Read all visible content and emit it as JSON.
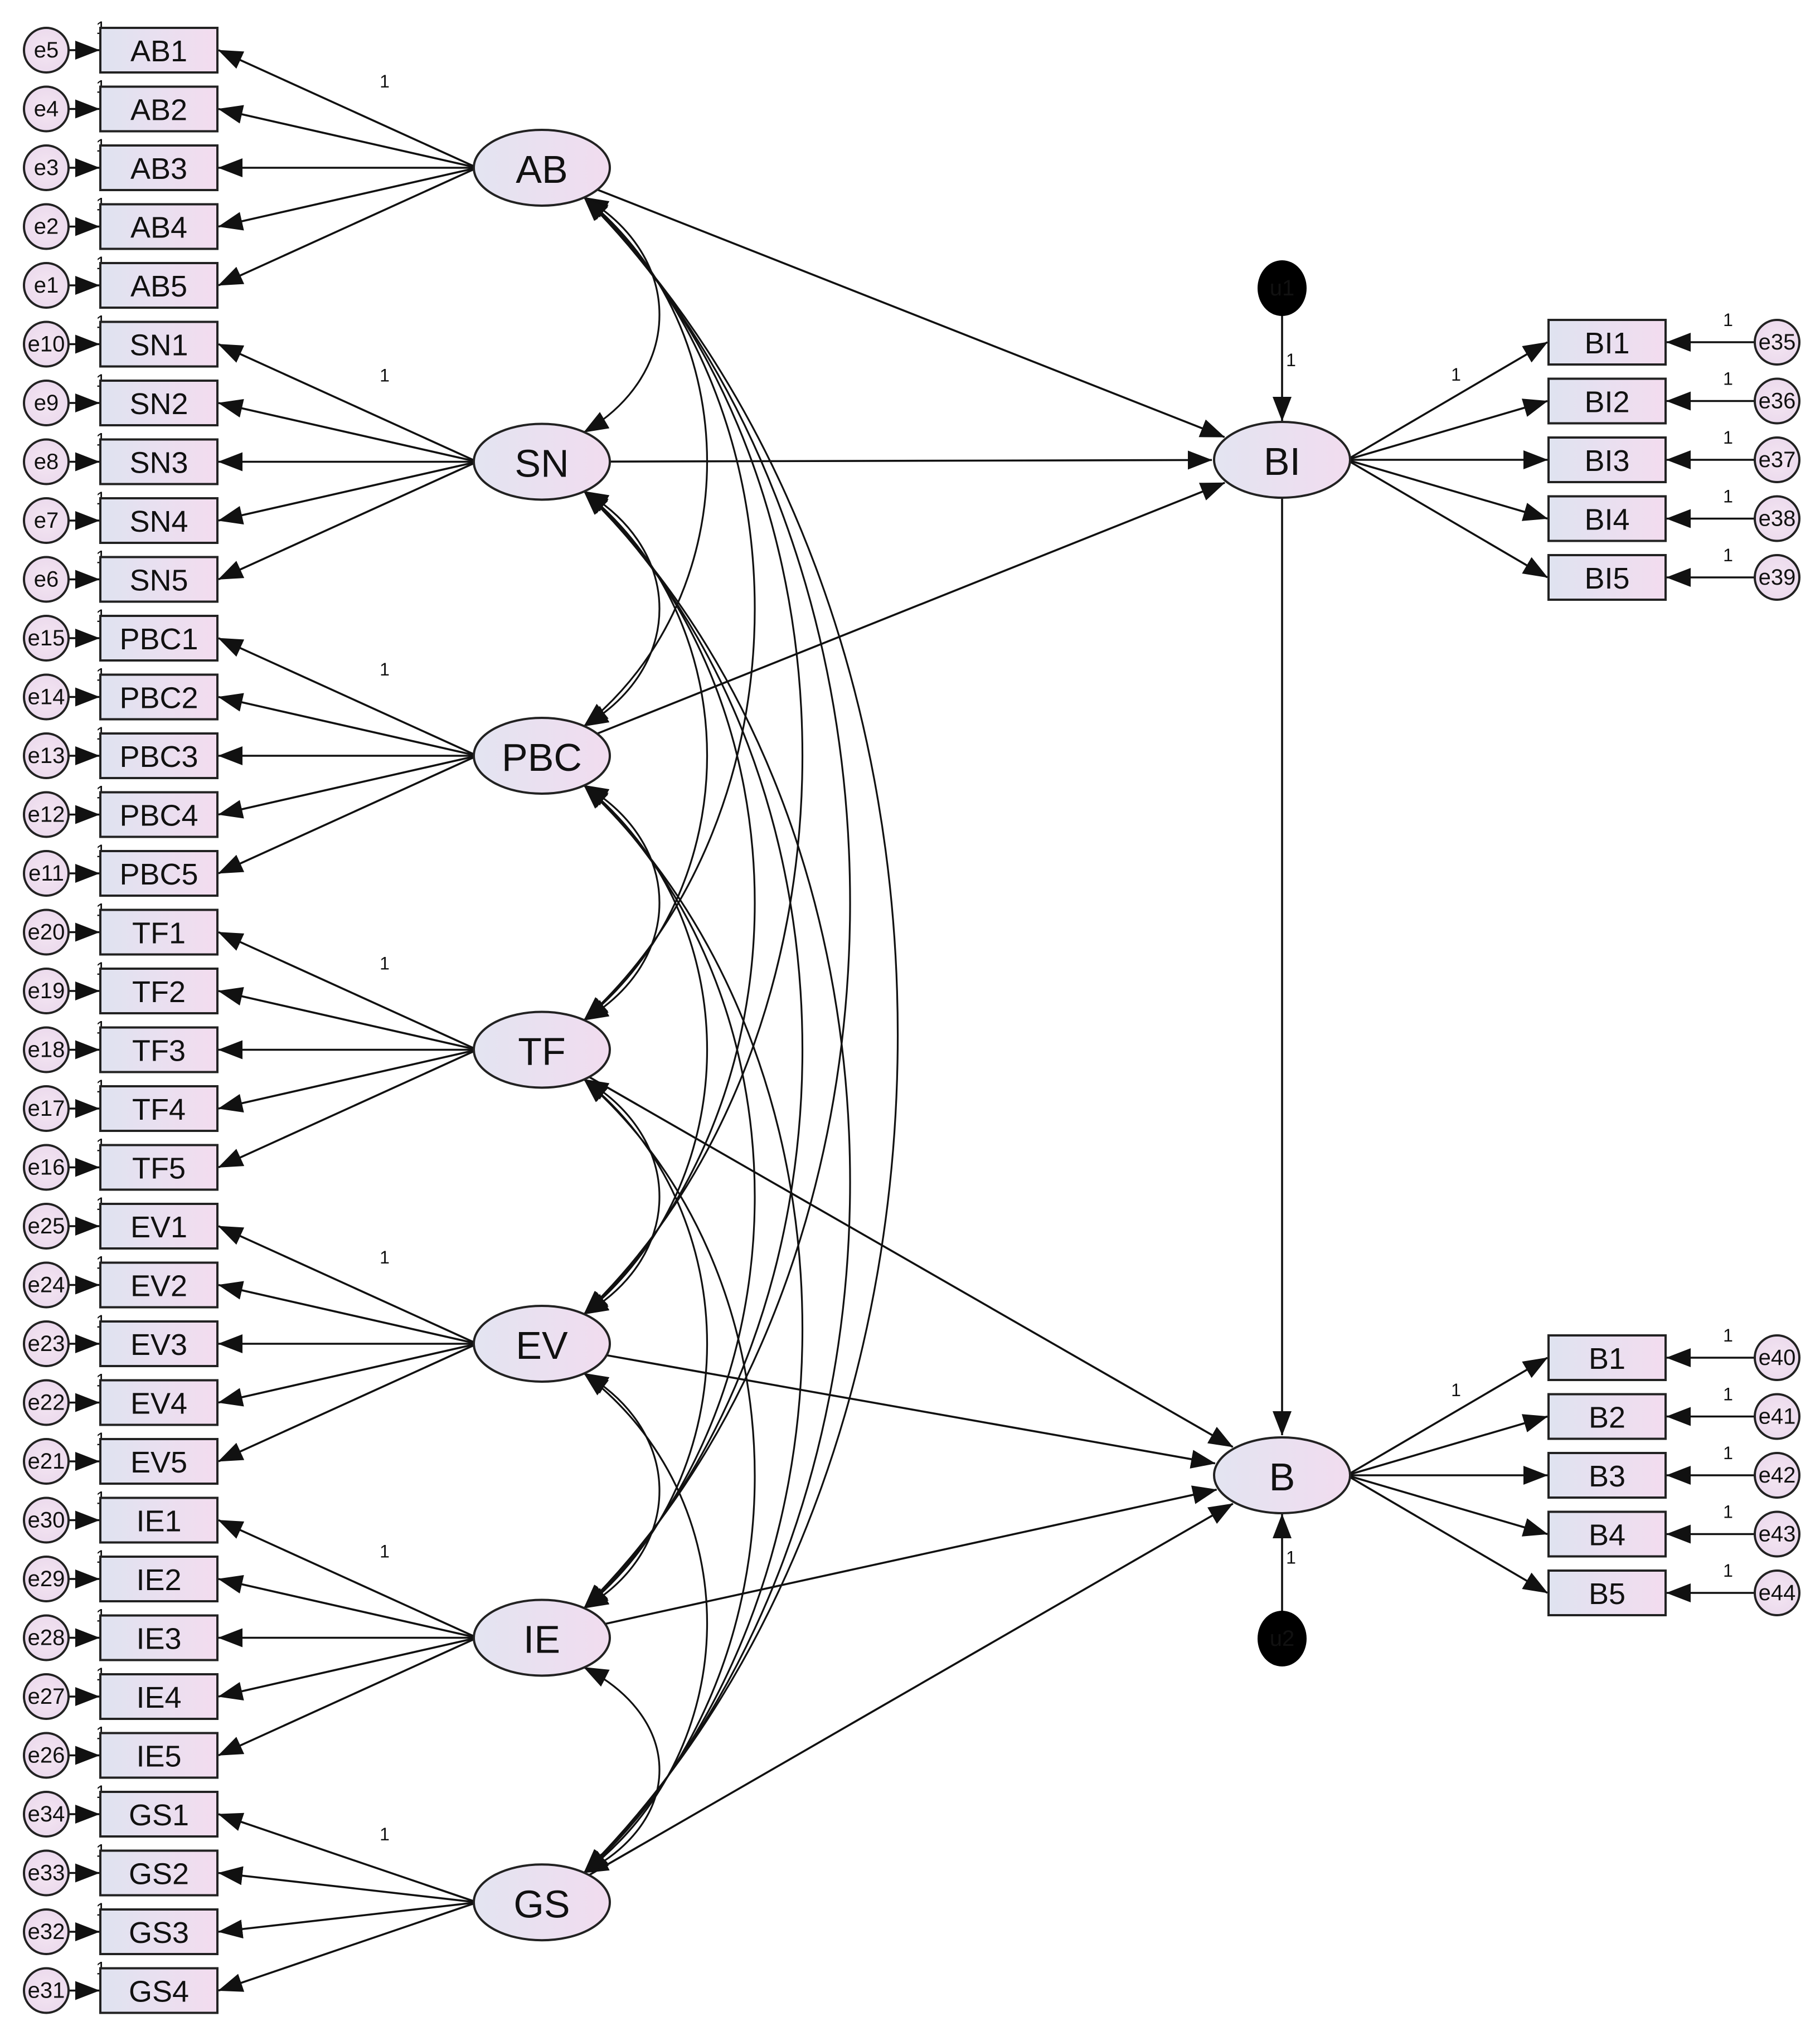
{
  "latents": {
    "AB": "AB",
    "SN": "SN",
    "PBC": "PBC",
    "TF": "TF",
    "EV": "EV",
    "IE": "IE",
    "GS": "GS",
    "BI": "BI",
    "B": "B"
  },
  "indicator_groups": [
    {
      "latent": "AB",
      "items": [
        [
          "AB1",
          "e5"
        ],
        [
          "AB2",
          "e4"
        ],
        [
          "AB3",
          "e3"
        ],
        [
          "AB4",
          "e2"
        ],
        [
          "AB5",
          "e1"
        ]
      ]
    },
    {
      "latent": "SN",
      "items": [
        [
          "SN1",
          "e10"
        ],
        [
          "SN2",
          "e9"
        ],
        [
          "SN3",
          "e8"
        ],
        [
          "SN4",
          "e7"
        ],
        [
          "SN5",
          "e6"
        ]
      ]
    },
    {
      "latent": "PBC",
      "items": [
        [
          "PBC1",
          "e15"
        ],
        [
          "PBC2",
          "e14"
        ],
        [
          "PBC3",
          "e13"
        ],
        [
          "PBC4",
          "e12"
        ],
        [
          "PBC5",
          "e11"
        ]
      ]
    },
    {
      "latent": "TF",
      "items": [
        [
          "TF1",
          "e20"
        ],
        [
          "TF2",
          "e19"
        ],
        [
          "TF3",
          "e18"
        ],
        [
          "TF4",
          "e17"
        ],
        [
          "TF5",
          "e16"
        ]
      ]
    },
    {
      "latent": "EV",
      "items": [
        [
          "EV1",
          "e25"
        ],
        [
          "EV2",
          "e24"
        ],
        [
          "EV3",
          "e23"
        ],
        [
          "EV4",
          "e22"
        ],
        [
          "EV5",
          "e21"
        ]
      ]
    },
    {
      "latent": "IE",
      "items": [
        [
          "IE1",
          "e30"
        ],
        [
          "IE2",
          "e29"
        ],
        [
          "IE3",
          "e28"
        ],
        [
          "IE4",
          "e27"
        ],
        [
          "IE5",
          "e26"
        ]
      ]
    },
    {
      "latent": "GS",
      "items": [
        [
          "GS1",
          "e34"
        ],
        [
          "GS2",
          "e33"
        ],
        [
          "GS3",
          "e32"
        ],
        [
          "GS4",
          "e31"
        ]
      ]
    }
  ],
  "right_groups": [
    {
      "latent": "BI",
      "items": [
        [
          "BI1",
          "e35"
        ],
        [
          "BI2",
          "e36"
        ],
        [
          "BI3",
          "e37"
        ],
        [
          "BI4",
          "e38"
        ],
        [
          "BI5",
          "e39"
        ]
      ]
    },
    {
      "latent": "B",
      "items": [
        [
          "B1",
          "e40"
        ],
        [
          "B2",
          "e41"
        ],
        [
          "B3",
          "e42"
        ],
        [
          "B4",
          "e43"
        ],
        [
          "B5",
          "e44"
        ]
      ]
    }
  ],
  "disturbances": [
    {
      "name": "u1",
      "target": "BI"
    },
    {
      "name": "u2",
      "target": "B"
    }
  ],
  "structural_paths": [
    [
      "AB",
      "BI"
    ],
    [
      "SN",
      "BI"
    ],
    [
      "PBC",
      "BI"
    ],
    [
      "TF",
      "B"
    ],
    [
      "EV",
      "B"
    ],
    [
      "IE",
      "B"
    ],
    [
      "GS",
      "B"
    ],
    [
      "BI",
      "B"
    ]
  ],
  "fixed_weight_label": "1",
  "colors": {
    "fill_light": "#f3e4f1",
    "fill_mid": "#e9dff0",
    "fill_blue": "#dfe3f0",
    "stroke": "#222222"
  }
}
